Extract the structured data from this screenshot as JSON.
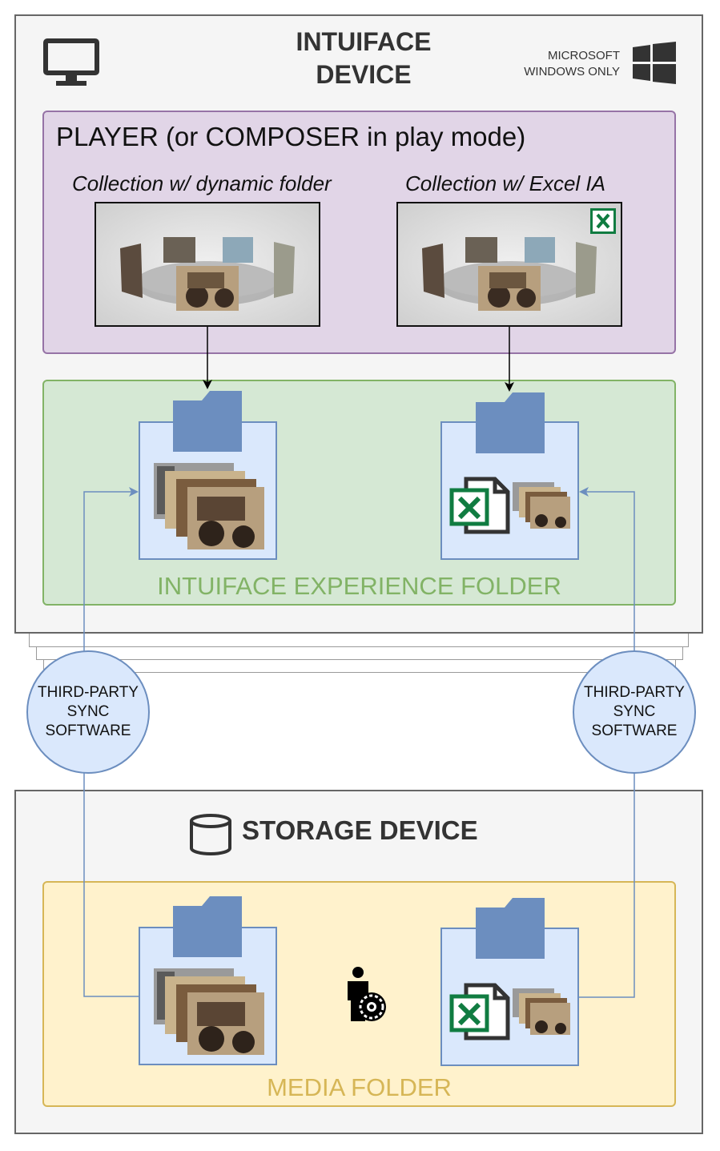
{
  "intuiface_device": {
    "title_line1": "INTUIFACE",
    "title_line2": "DEVICE",
    "windows_note_line1": "MICROSOFT",
    "windows_note_line2": "WINDOWS ONLY"
  },
  "player": {
    "title": "PLAYER (or COMPOSER in play mode)",
    "collections": [
      {
        "caption": "Collection w/ dynamic folder"
      },
      {
        "caption": "Collection w/ Excel IA"
      }
    ]
  },
  "experience_folder": {
    "label": "INTUIFACE EXPERIENCE FOLDER"
  },
  "sync": [
    {
      "line1": "THIRD-PARTY",
      "line2": "SYNC",
      "line3": "SOFTWARE"
    },
    {
      "line1": "THIRD-PARTY",
      "line2": "SYNC",
      "line3": "SOFTWARE"
    }
  ],
  "storage_device": {
    "title": "STORAGE DEVICE"
  },
  "media_folder": {
    "label": "MEDIA FOLDER"
  },
  "colors": {
    "player_fill": "#e1d5e7",
    "player_border": "#9673a6",
    "experience_fill": "#d5e8d4",
    "experience_border": "#82b366",
    "experience_text": "#82b366",
    "media_fill": "#fff2cc",
    "media_border": "#d6b656",
    "media_text": "#d6b656",
    "card_fill": "#dae8fc",
    "card_border": "#6c8ebf",
    "folder_fill": "#6c8ebf",
    "excel_green": "#107c41"
  },
  "icons": [
    "monitor-icon",
    "windows-logo-icon",
    "excel-icon",
    "folder-icon",
    "database-icon",
    "admin-user-gear-icon"
  ]
}
